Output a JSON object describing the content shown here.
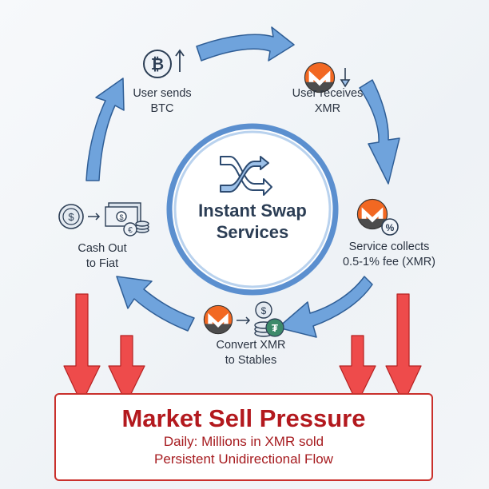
{
  "center": {
    "title_line1": "Instant Swap",
    "title_line2": "Services",
    "icon": "shuffle-icon"
  },
  "steps": [
    {
      "id": "send",
      "line1": "User sends",
      "line2": "BTC",
      "icons": [
        "bitcoin-icon",
        "arrow-up-icon"
      ]
    },
    {
      "id": "receive",
      "line1": "User receives",
      "line2": "XMR",
      "icons": [
        "monero-icon",
        "arrow-down-icon"
      ]
    },
    {
      "id": "fee",
      "line1": "Service collects",
      "line2": "0.5-1% fee (XMR)",
      "icons": [
        "monero-icon",
        "percent-icon"
      ]
    },
    {
      "id": "convert",
      "line1": "Convert XMR",
      "line2": "to Stables",
      "icons": [
        "monero-icon",
        "arrow-right-icon",
        "coins-icon",
        "tether-icon"
      ]
    },
    {
      "id": "cashout",
      "line1": "Cash Out",
      "line2": "to Fiat",
      "icons": [
        "dollar-coin-icon",
        "arrow-right-icon",
        "banknotes-icon",
        "euro-coin-icon"
      ]
    }
  ],
  "result": {
    "title": "Market Sell Pressure",
    "line1": "Daily: Millions in XMR sold",
    "line2": "Persistent Unidirectional Flow"
  },
  "colors": {
    "cycle_arrow": "#6fa3dc",
    "sell_arrow": "#e84a4a",
    "monero_orange": "#f26822",
    "monero_gray": "#4c4c4c",
    "box_border": "#c9302c"
  }
}
